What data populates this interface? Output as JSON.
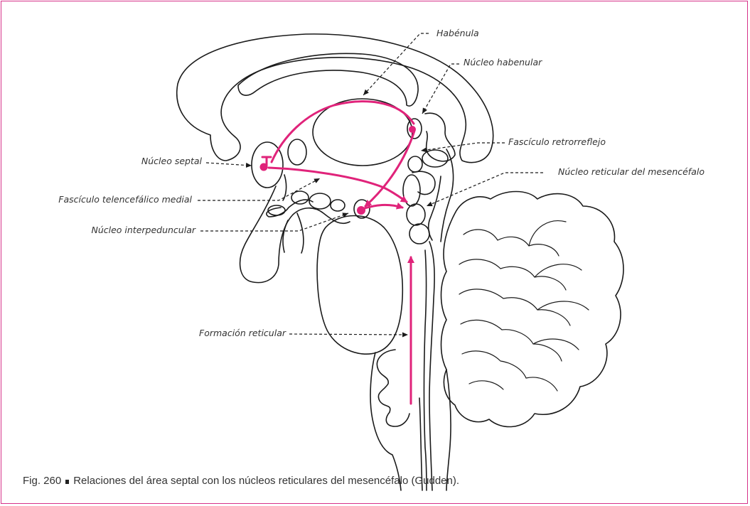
{
  "labels": {
    "habenula": "Habénula",
    "nucleo_habenular": "Núcleo habenular",
    "fasciculo_retrorreflejo": "Fascículo retrorreflejo",
    "nucleo_reticular_mesencefalo": "Núcleo reticular del mesencéfalo",
    "nucleo_septal": "Núcleo septal",
    "fasciculo_telencefalico_medial": "Fascículo telencefálico medial",
    "nucleo_interpeduncular": "Núcleo interpeduncular",
    "formacion_reticular": "Formación reticular"
  },
  "caption": {
    "figure_number": "Fig. 260",
    "text": "Relaciones del área septal con los núcleos reticulares del mesencéfalo (Gudden)."
  },
  "colors": {
    "frame_border": "#d6338a",
    "pathway": "#e0237a",
    "outline": "#1a1a1a",
    "label_text": "#333333"
  }
}
